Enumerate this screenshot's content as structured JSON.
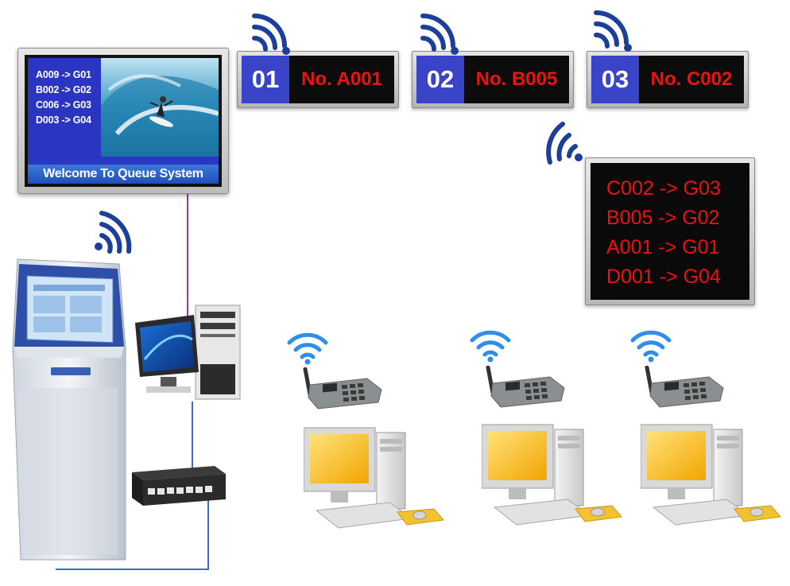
{
  "main_screen": {
    "queue": [
      {
        "ticket": "A009",
        "arrow": "->",
        "counter": "G01"
      },
      {
        "ticket": "B002",
        "arrow": "->",
        "counter": "G02"
      },
      {
        "ticket": "C006",
        "arrow": "->",
        "counter": "G03"
      },
      {
        "ticket": "D003",
        "arrow": "->",
        "counter": "G04"
      }
    ],
    "welcome": "Welcome To Queue System"
  },
  "counters": [
    {
      "number": "01",
      "ticket": "No. A001"
    },
    {
      "number": "02",
      "ticket": "No. B005"
    },
    {
      "number": "03",
      "ticket": "No. C002"
    }
  ],
  "board": {
    "lines": [
      "C002 -> G03",
      "B005 -> G02",
      "A001 -> G01",
      "D001 -> G04"
    ]
  },
  "icons": {
    "counter_wifi": "wifi-signal-icon",
    "kiosk_wifi": "wifi-signal-icon",
    "terminal_wifi": "wifi-signal-icon"
  },
  "colors": {
    "counter_number_bg": "#3a44c8",
    "led_red": "#ee1111",
    "screen_blue": "#2a36c2",
    "wifi_dark": "#1c3f9a",
    "wifi_light": "#2f8fe6"
  }
}
